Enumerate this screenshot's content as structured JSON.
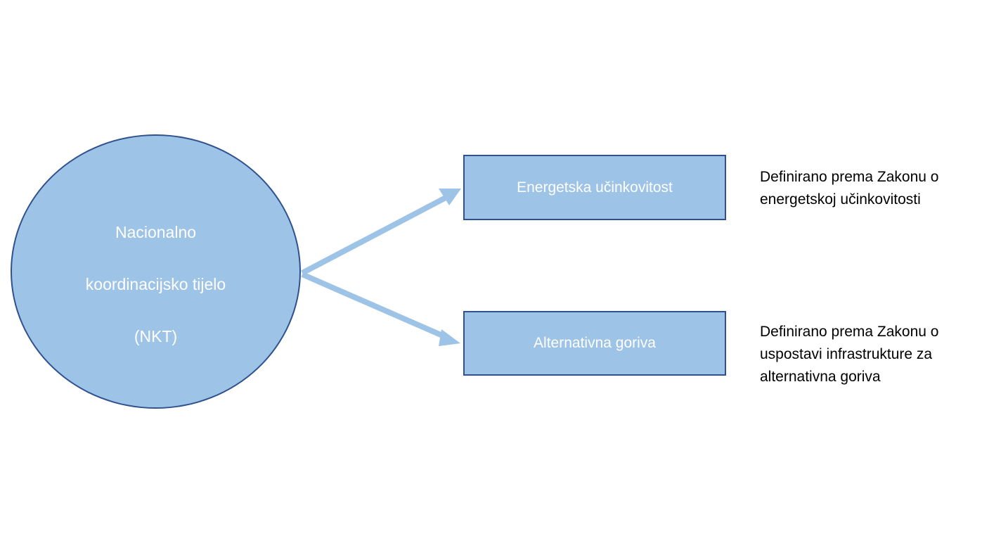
{
  "colors": {
    "node_fill": "#9dc3e6",
    "node_border": "#2f528f",
    "node_text": "#ffffff",
    "arrow": "#9dc3e6",
    "note_text": "#000000"
  },
  "central_node": {
    "lines": [
      "Nacionalno",
      "koordinacijsko tijelo",
      "(NKT)"
    ]
  },
  "branches": [
    {
      "label": "Energetska učinkovitost",
      "note_lines": [
        "Definirano prema Zakonu o",
        "energetskoj učinkovitosti"
      ]
    },
    {
      "label": "Alternativna goriva",
      "note_lines": [
        "Definirano prema Zakonu o",
        "uspostavi infrastrukture za",
        "alternativna goriva"
      ]
    }
  ]
}
